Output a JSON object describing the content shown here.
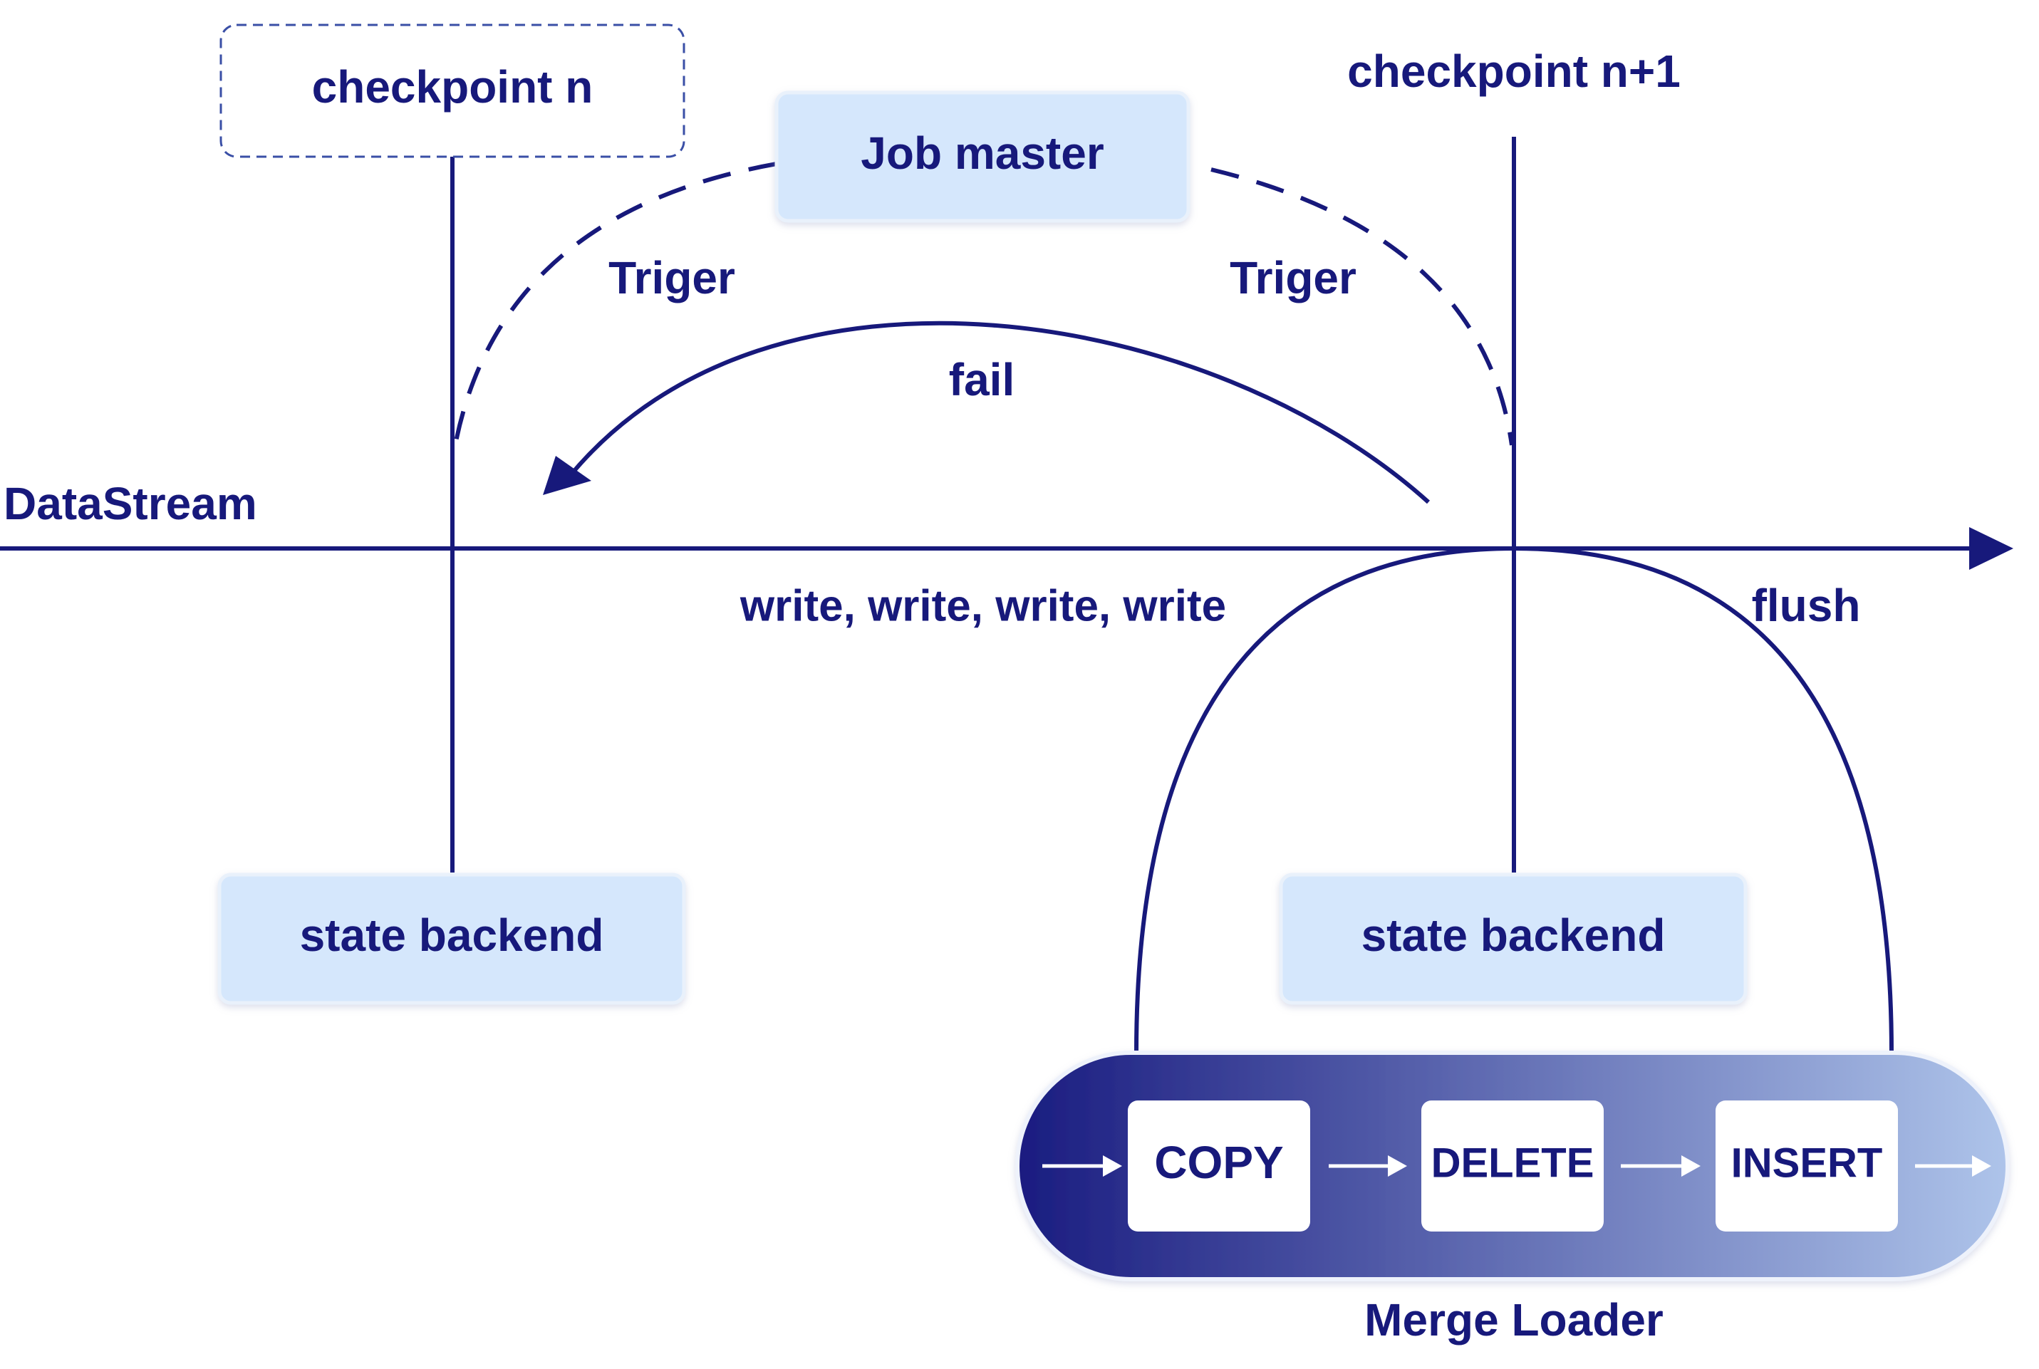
{
  "colors": {
    "ink": "#17197b",
    "box_fill": "#d5e7fc",
    "box_border": "#e9f1fb",
    "pill_dark": "#1a1c80",
    "pill_light": "#aec4ea",
    "step_fill": "#ffffff"
  },
  "labels": {
    "checkpoint_n": "checkpoint n",
    "checkpoint_n1": "checkpoint n+1",
    "job_master": "Job master",
    "triger_left": "Triger",
    "triger_right": "Triger",
    "fail": "fail",
    "datastream": "DataStream",
    "writes": "write, write, write, write",
    "flush": "flush",
    "state_backend_left": "state backend",
    "state_backend_right": "state backend",
    "merge_loader": "Merge Loader"
  },
  "merge_steps": [
    "COPY",
    "DELETE",
    "INSERT"
  ],
  "icons": {
    "arrow_head": "triangle-arrow-icon",
    "step_arrow": "right-arrow-icon"
  }
}
